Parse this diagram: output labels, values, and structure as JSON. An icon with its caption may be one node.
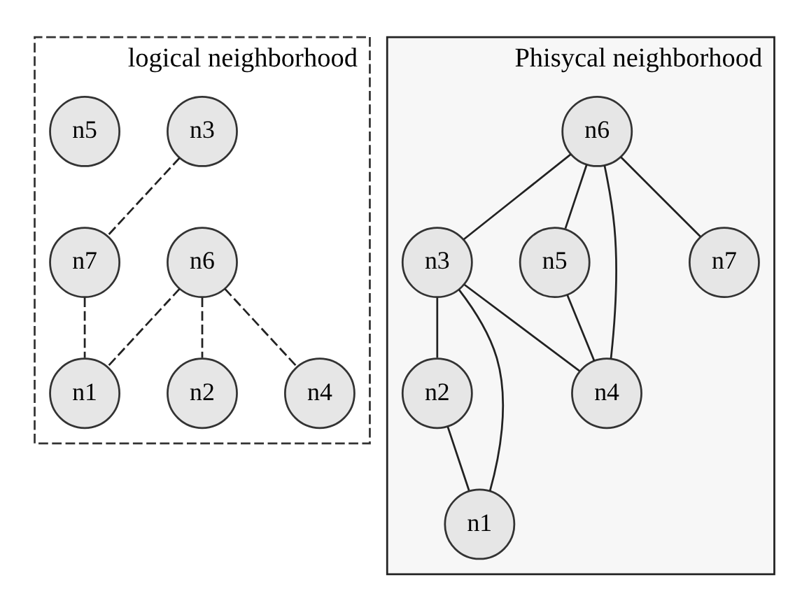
{
  "diagram": {
    "nodes": [
      {
        "text": [
          "logical neighborhood"
        ]
      },
      {
        "text": [
          "n6"
        ],
        "in": 0
      },
      {
        "text": [
          "n3"
        ],
        "in": 0
      },
      {
        "text": [
          "n2"
        ],
        "in": 0
      },
      {
        "text": [
          "n5"
        ],
        "in": 0
      },
      {
        "text": [
          "n4"
        ],
        "in": 0
      },
      {
        "text": [
          "n1"
        ],
        "in": 0
      },
      {
        "text": [
          "n7"
        ],
        "in": 0
      },
      {
        "text": [
          "Phisycal neighborhood"
        ]
      },
      {
        "text": [
          "n6"
        ],
        "in": 8
      },
      {
        "text": [
          "n3"
        ],
        "in": 8
      },
      {
        "text": [
          "n2"
        ],
        "in": 8
      },
      {
        "text": [
          "n5"
        ],
        "in": 8
      },
      {
        "text": [
          "n4"
        ],
        "in": 8
      },
      {
        "text": [
          "n1"
        ],
        "in": 8
      },
      {
        "text": [
          "n7"
        ],
        "in": 8
      }
    ],
    "edges": [
      {
        "from": 1,
        "to": 3,
        "arrow": "none",
        "style": "dashed"
      },
      {
        "from": 1,
        "to": 5,
        "arrow": "none",
        "style": "dashed"
      },
      {
        "from": 1,
        "to": 6,
        "arrow": "none",
        "style": "dashed"
      },
      {
        "from": 2,
        "to": 7,
        "arrow": "none",
        "style": "dashed"
      },
      {
        "from": 7,
        "to": 6,
        "arrow": "none",
        "style": "dashed"
      },
      {
        "from": 9,
        "to": 10,
        "arrow": "none"
      },
      {
        "from": 10,
        "to": 11,
        "arrow": "none"
      },
      {
        "from": 9,
        "to": 13,
        "arrow": "none"
      },
      {
        "from": 9,
        "to": 12,
        "arrow": "none"
      },
      {
        "from": 9,
        "to": 15,
        "arrow": "none"
      },
      {
        "from": 10,
        "to": 13,
        "arrow": "none"
      },
      {
        "from": 10,
        "to": 14,
        "arrow": "none"
      },
      {
        "from": 11,
        "to": 14,
        "arrow": "none"
      },
      {
        "from": 12,
        "to": 13,
        "arrow": "none"
      }
    ]
  }
}
